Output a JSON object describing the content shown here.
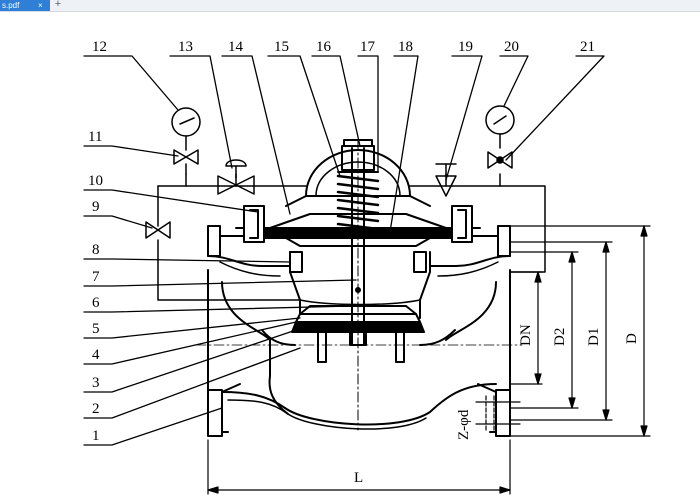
{
  "window": {
    "tab_label": "s.pdf",
    "tab_close": "×",
    "new_tab": "+"
  },
  "diagram": {
    "callouts": [
      "1",
      "2",
      "3",
      "4",
      "5",
      "6",
      "7",
      "8",
      "9",
      "10",
      "11",
      "12",
      "13",
      "14",
      "15",
      "16",
      "17",
      "18",
      "19",
      "20",
      "21"
    ],
    "dimensions": {
      "length": "L",
      "outer_diameter": "D",
      "bolt_circle": "D1",
      "raised_face": "D2",
      "nominal": "DN",
      "holes": "Z-φd"
    }
  }
}
